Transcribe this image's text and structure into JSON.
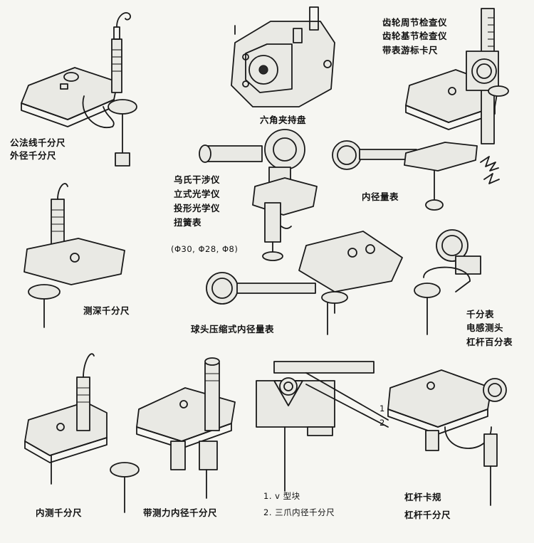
{
  "labels": {
    "common_normal_micrometer": [
      "公法线千分尺",
      "外径千分尺"
    ],
    "hex_chuck": "六角夹持盘",
    "gear_inspection": [
      "齿轮周节检查仪",
      "齿轮基节检查仪",
      "带表游标卡尺"
    ],
    "interferometers": [
      "乌氏干涉仪",
      "立式光学仪",
      "投形光学仪",
      "扭簧表"
    ],
    "interferometer_note": "(Φ30, Φ28, Φ8)",
    "inner_diameter_gauge": "内径量表",
    "depth_micrometer": "测深千分尺",
    "ball_compress_gauge": "球头压缩式内径量表",
    "dial_indicators": [
      "千分表",
      "电感测头",
      "杠杆百分表"
    ],
    "inner_micrometer": "内测千分尺",
    "force_inner_micrometer": "带测力内径千分尺",
    "v_block_legend": [
      "1.  v 型块",
      "2.  三爪内径千分尺"
    ],
    "lever_instruments": [
      "杠杆卡规",
      "杠杆千分尺"
    ],
    "callout_1": "1",
    "callout_2": "2"
  }
}
